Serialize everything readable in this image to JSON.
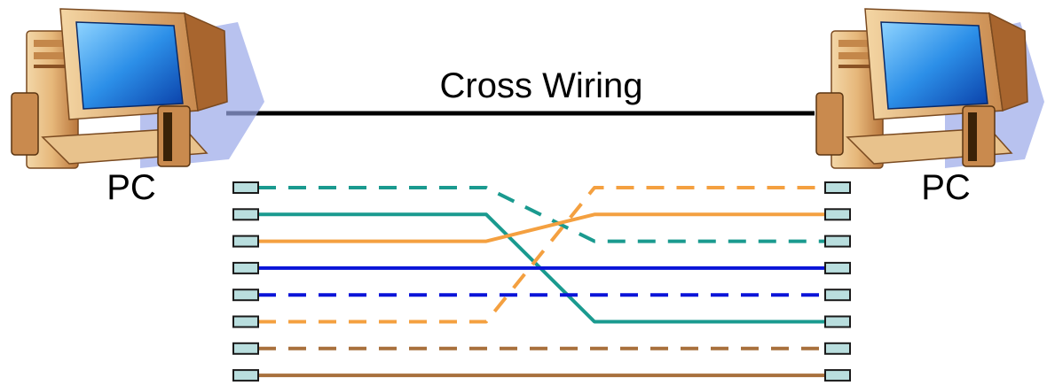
{
  "title": "Cross Wiring",
  "left_pc": {
    "label": "PC",
    "icon": "desktop-computer-icon"
  },
  "right_pc": {
    "label": "PC",
    "icon": "desktop-computer-icon"
  },
  "colors": {
    "teal": "#1a9a8f",
    "orange": "#f4a040",
    "blue": "#0a14d8",
    "brown": "#a8703c",
    "connector_fill": "#b9dede",
    "connector_stroke": "#1a1a1a",
    "cable": "#000000"
  },
  "wires": [
    {
      "name": "wire-teal-dashed",
      "color": "teal",
      "style": "dashed",
      "from_pin": 1,
      "to_pin": 3
    },
    {
      "name": "wire-teal-solid",
      "color": "teal",
      "style": "solid",
      "from_pin": 2,
      "to_pin": 6
    },
    {
      "name": "wire-orange-solid",
      "color": "orange",
      "style": "solid",
      "from_pin": 3,
      "to_pin": 2
    },
    {
      "name": "wire-blue-solid",
      "color": "blue",
      "style": "solid",
      "from_pin": 4,
      "to_pin": 4
    },
    {
      "name": "wire-blue-dashed",
      "color": "blue",
      "style": "dashed",
      "from_pin": 5,
      "to_pin": 5
    },
    {
      "name": "wire-orange-dashed",
      "color": "orange",
      "style": "dashed",
      "from_pin": 6,
      "to_pin": 1
    },
    {
      "name": "wire-brown-dashed",
      "color": "brown",
      "style": "dashed",
      "from_pin": 7,
      "to_pin": 7
    },
    {
      "name": "wire-brown-solid",
      "color": "brown",
      "style": "solid",
      "from_pin": 8,
      "to_pin": 8
    }
  ],
  "pin_count": 8
}
